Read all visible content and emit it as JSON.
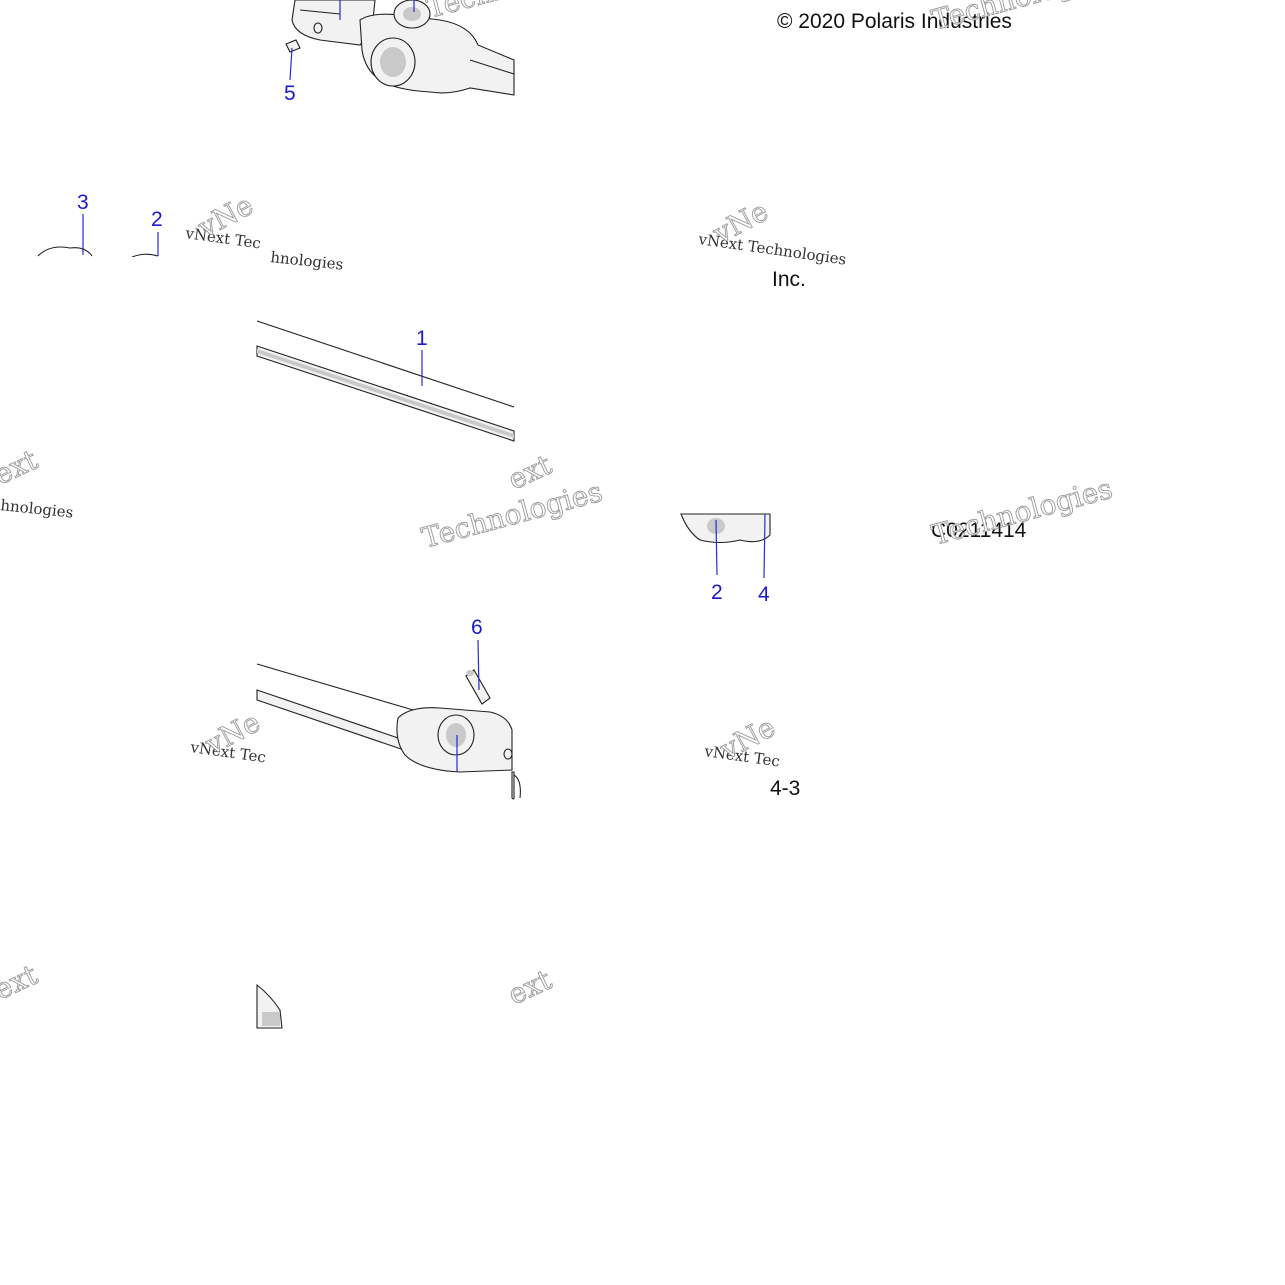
{
  "copyright": "© 2020 Polaris Industries",
  "copyright_fragment": "Inc.",
  "drawing_code": "C0211414",
  "drawing_code_fragment": "4-3",
  "watermark": {
    "small": "vNext Technologies",
    "large": "Technologies",
    "partial_small": "vNext Tec",
    "partial_tail": "hnologies",
    "partial_ext": "ext",
    "partial_vn": "vNe"
  },
  "callouts": [
    {
      "label": "5"
    },
    {
      "label": "3"
    },
    {
      "label": "2"
    },
    {
      "label": "1"
    },
    {
      "label": "2"
    },
    {
      "label": "4"
    },
    {
      "label": "6"
    }
  ],
  "colors": {
    "callout": "#1a1acc",
    "outline": "#222222",
    "watermark": "#9a9a9a"
  }
}
